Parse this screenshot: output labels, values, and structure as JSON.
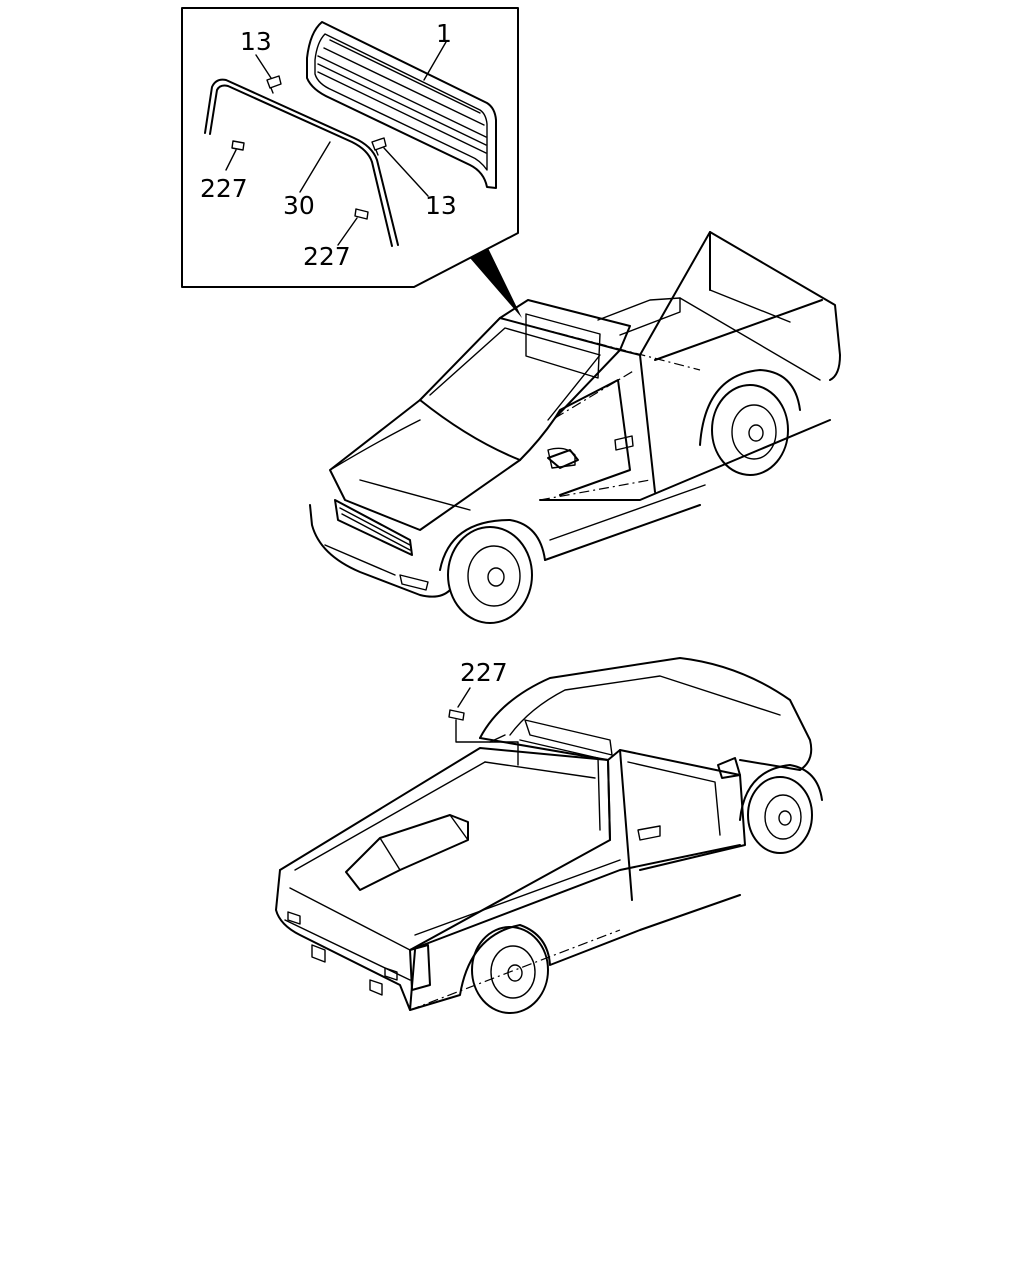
{
  "callouts": {
    "part_1": "1",
    "part_13_a": "13",
    "part_13_b": "13",
    "part_30": "30",
    "part_227_a": "227",
    "part_227_b": "227",
    "part_227_c": "227"
  }
}
